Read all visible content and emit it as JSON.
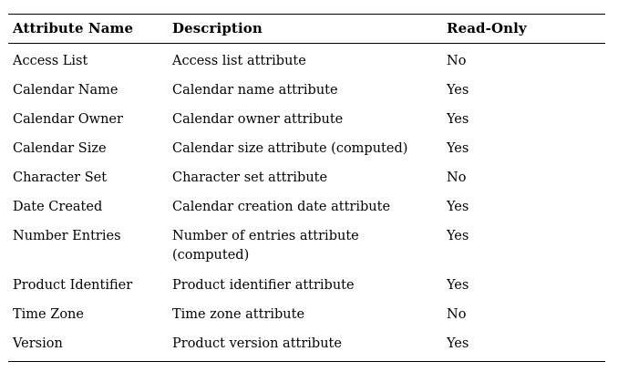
{
  "table": {
    "headers": {
      "name": "Attribute Name",
      "description": "Description",
      "read_only": "Read-Only"
    },
    "rows": [
      {
        "name": "Access List",
        "description": "Access list attribute",
        "read_only": "No"
      },
      {
        "name": "Calendar Name",
        "description": "Calendar name attribute",
        "read_only": "Yes"
      },
      {
        "name": "Calendar Owner",
        "description": "Calendar owner attribute",
        "read_only": "Yes"
      },
      {
        "name": "Calendar Size",
        "description": "Calendar size attribute (computed)",
        "read_only": "Yes"
      },
      {
        "name": "Character Set",
        "description": "Character set attribute",
        "read_only": "No"
      },
      {
        "name": "Date Created",
        "description": "Calendar creation date attribute",
        "read_only": "Yes"
      },
      {
        "name": "Number Entries",
        "description": "Number of entries attribute (computed)",
        "read_only": "Yes"
      },
      {
        "name": "Product Identifier",
        "description": "Product identifier attribute",
        "read_only": "Yes"
      },
      {
        "name": "Time Zone",
        "description": "Time zone attribute",
        "read_only": "No"
      },
      {
        "name": "Version",
        "description": "Product version attribute",
        "read_only": "Yes"
      }
    ]
  }
}
